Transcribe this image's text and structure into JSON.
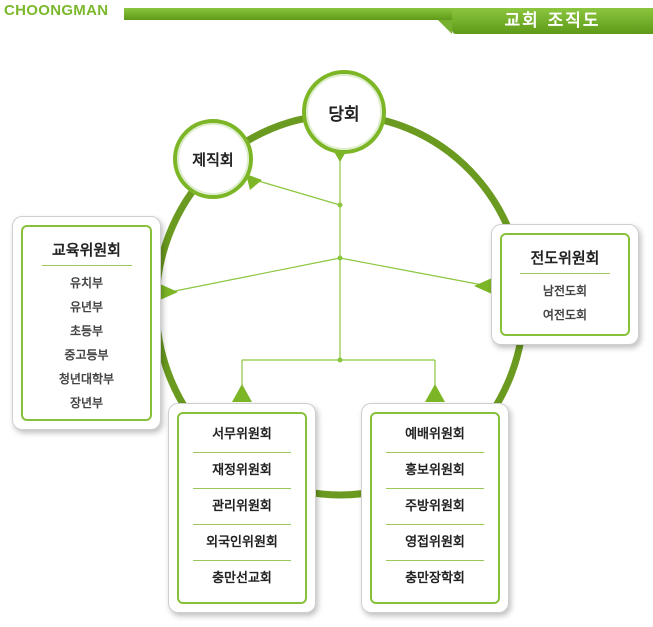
{
  "brand": "CHOONGMAN",
  "title": "교회 조직도",
  "main_node": "당회",
  "jejik_node": "제직회",
  "education": {
    "title": "교육위원회",
    "items": [
      "유치부",
      "유년부",
      "초등부",
      "중고등부",
      "청년대학부",
      "장년부"
    ]
  },
  "mission": {
    "title": "전도위원회",
    "items": [
      "남전도회",
      "여전도회"
    ]
  },
  "left_group": [
    "서무위원회",
    "재정위원회",
    "관리위원회",
    "외국인위원회",
    "충만선교회"
  ],
  "right_group": [
    "예배위원회",
    "홍보위원회",
    "주방위원회",
    "영접위원회",
    "충만장학회"
  ],
  "colors": {
    "accent": "#7cb626",
    "dark_accent": "#5e9a18",
    "ring": "#6a9a1f"
  }
}
